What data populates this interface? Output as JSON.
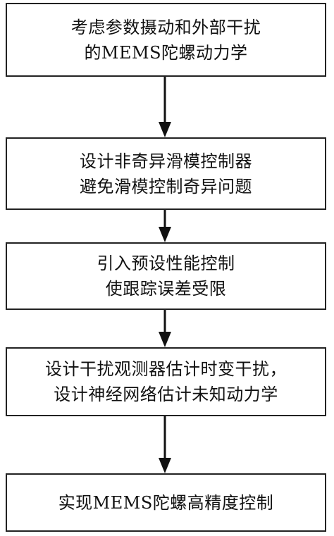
{
  "flowchart": {
    "steps": [
      {
        "lines": [
          "考虑参数摄动和外部干扰",
          "的MEMS陀螺动力学"
        ]
      },
      {
        "lines": [
          "设计非奇异滑模控制器",
          "避免滑模控制奇异问题"
        ]
      },
      {
        "lines": [
          "引入预设性能控制",
          "使跟踪误差受限"
        ]
      },
      {
        "lines": [
          "设计干扰观测器估计时变干扰，",
          "设计神经网络估计未知动力学"
        ]
      },
      {
        "lines": [
          "实现MEMS陀螺高精度控制"
        ]
      }
    ]
  }
}
